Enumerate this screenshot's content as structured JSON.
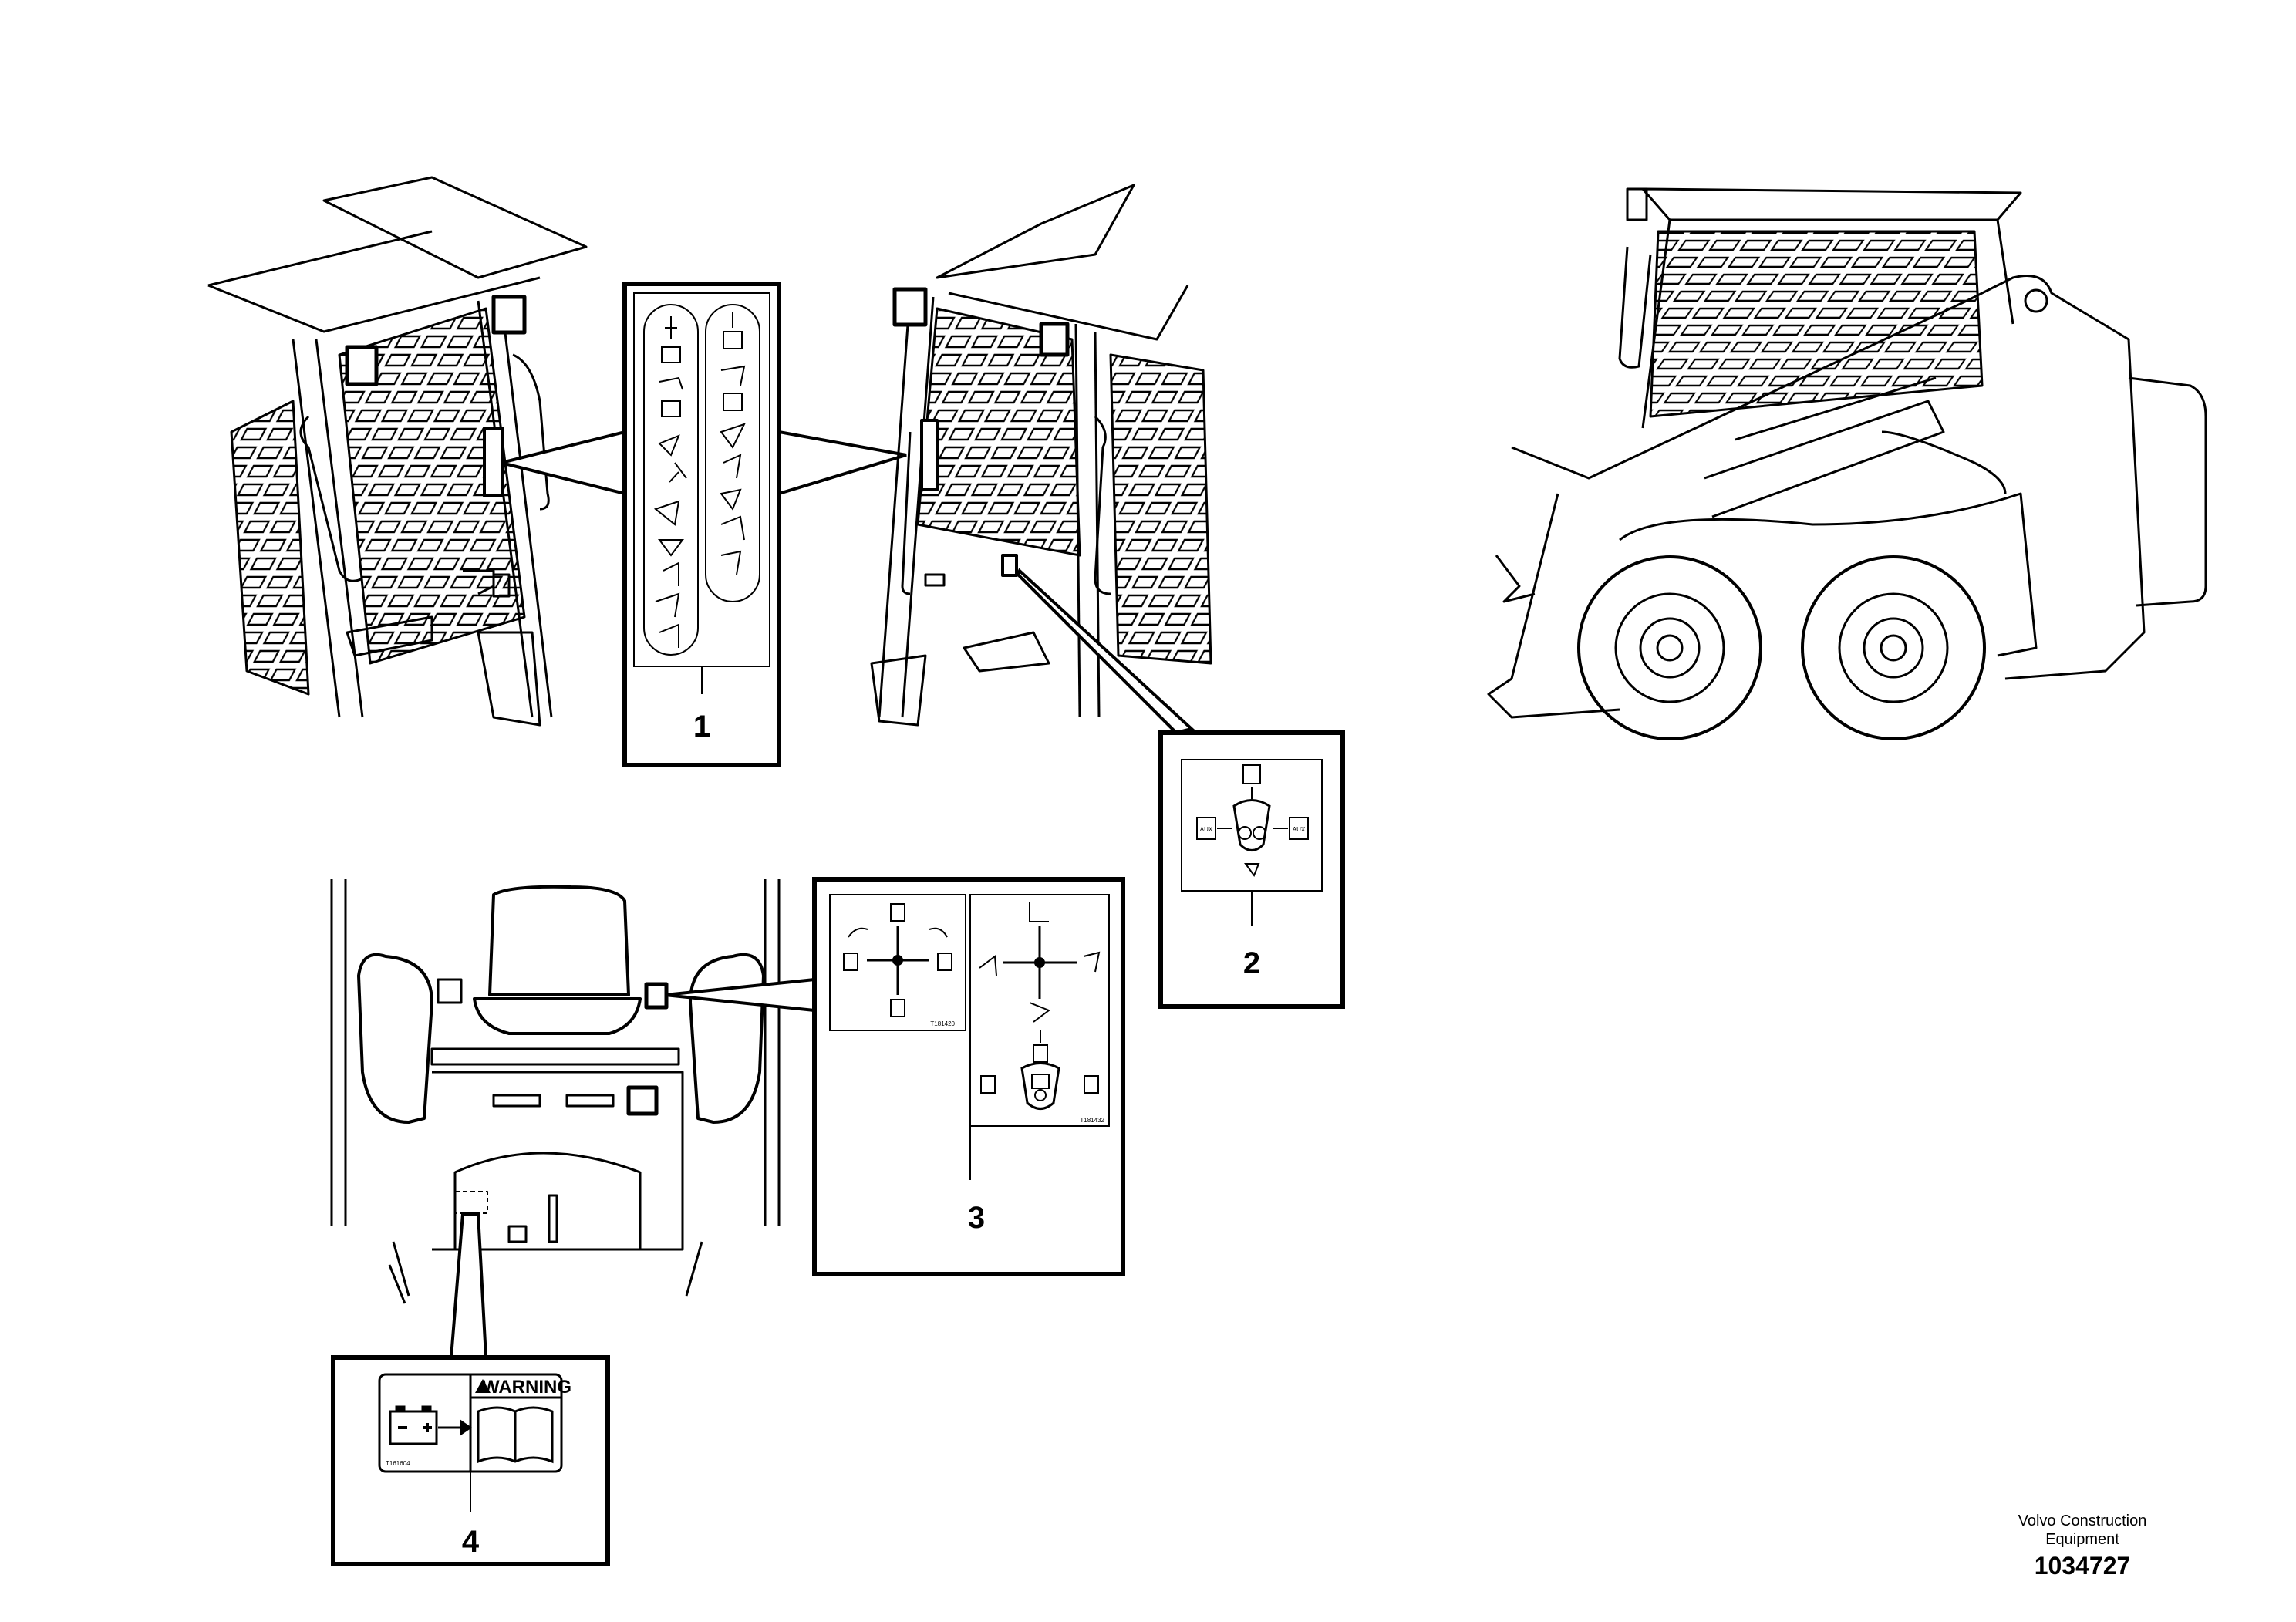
{
  "callouts": {
    "c1": "1",
    "c2": "2",
    "c3": "3",
    "c4": "4"
  },
  "decals": {
    "warning_word": "WARNING",
    "warning_code": "T161604",
    "aux_label": "AUX",
    "code_left_panel": "T181420",
    "code_right_panel": "T181432"
  },
  "footer": {
    "maker_line1": "Volvo Construction",
    "maker_line2": "Equipment",
    "document_number": "1034727"
  },
  "colors": {
    "line": "#000000",
    "background": "#ffffff"
  }
}
